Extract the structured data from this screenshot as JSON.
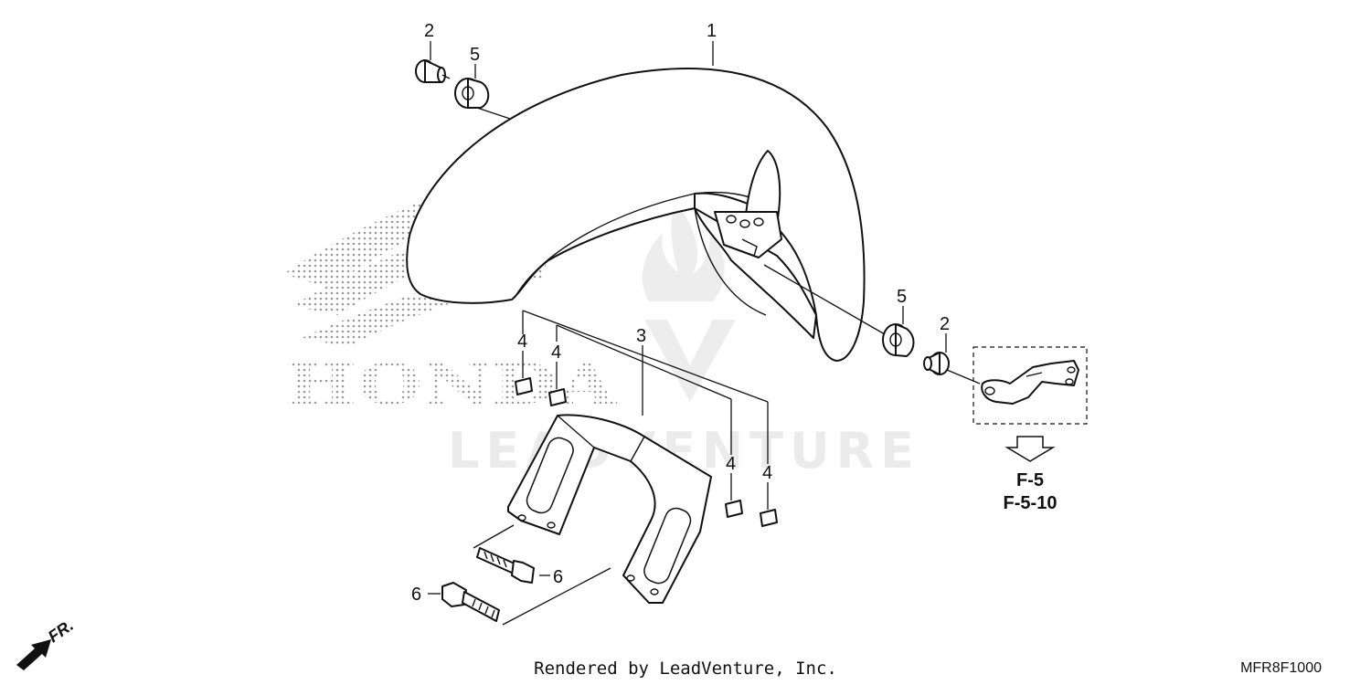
{
  "callouts": {
    "fender": "1",
    "collar_top": "2",
    "grommet_top": "5",
    "stay": "3",
    "clip_a": "4",
    "clip_b": "4",
    "clip_c": "4",
    "clip_d": "4",
    "grommet_right": "5",
    "collar_right": "2",
    "bolt_upper": "6",
    "bolt_lower": "6"
  },
  "refs": {
    "ref_main": "F-5",
    "ref_sub": "F-5-10"
  },
  "watermark": {
    "brand": "LEADVENTURE"
  },
  "logo": {
    "text": "HONDA"
  },
  "direction": {
    "label": "FR."
  },
  "footer": {
    "rendered_by": "Rendered by LeadVenture, Inc.",
    "diagram_code": "MFR8F1000"
  }
}
